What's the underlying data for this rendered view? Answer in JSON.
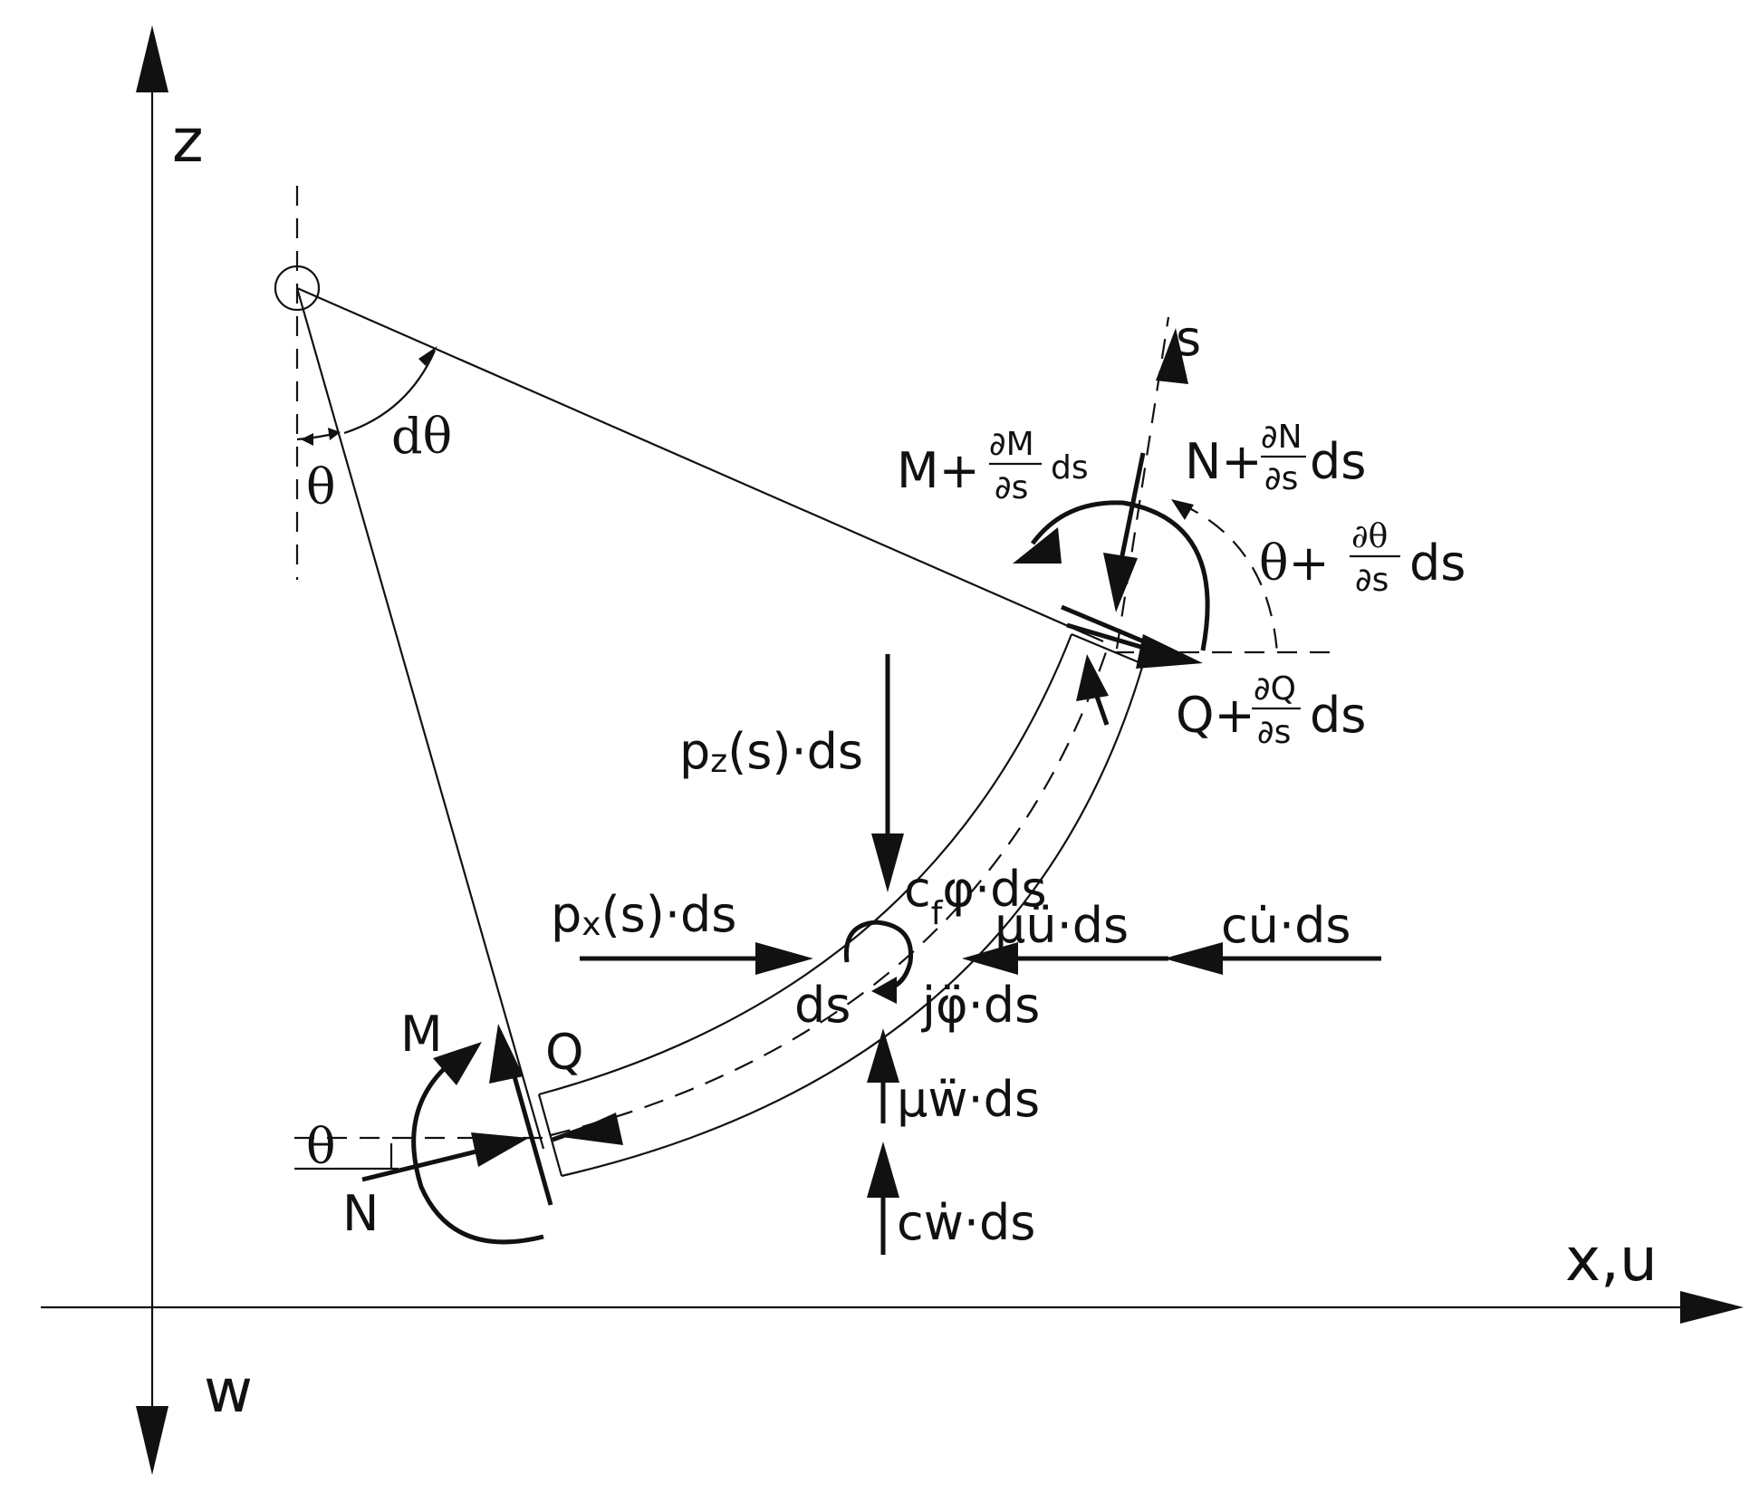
{
  "axes": {
    "z_label": "z",
    "x_label": "x,u",
    "w_label": "w",
    "s_label": "s"
  },
  "angles": {
    "theta": "θ",
    "dtheta": "dθ",
    "theta_bottom": "θ",
    "theta_plus": "θ+",
    "theta_plus_frac_num": "∂θ",
    "theta_plus_frac_den": "∂s",
    "theta_plus_suffix": "ds"
  },
  "forces": {
    "M_top_prefix": "M+",
    "M_top_frac_num": "∂M",
    "M_top_frac_den": "∂s",
    "M_top_suffix": "ds",
    "N_top_prefix": "N+",
    "N_top_frac_num": "∂N",
    "N_top_frac_den": "∂s",
    "N_top_suffix": "ds",
    "Q_top_prefix": "Q+",
    "Q_top_frac_num": "∂Q",
    "Q_top_frac_den": "∂s",
    "Q_top_suffix": "ds",
    "pz_p": "p",
    "pz_sub": "z",
    "pz_rest": "(s)·ds",
    "px_p": "p",
    "px_sub": "x",
    "px_rest": "(s)·ds",
    "cf_c": "c",
    "cf_sub": "f",
    "cf_rest": "φ·ds",
    "mu_u": "μü·ds",
    "c_u": "cu̇·ds",
    "ds": "ds",
    "j_phi": "jφ̈·ds",
    "mu_w": "μẅ·ds",
    "c_w": "cẇ·ds",
    "M_bottom": "M",
    "Q_bottom": "Q",
    "N_bottom": "N"
  }
}
